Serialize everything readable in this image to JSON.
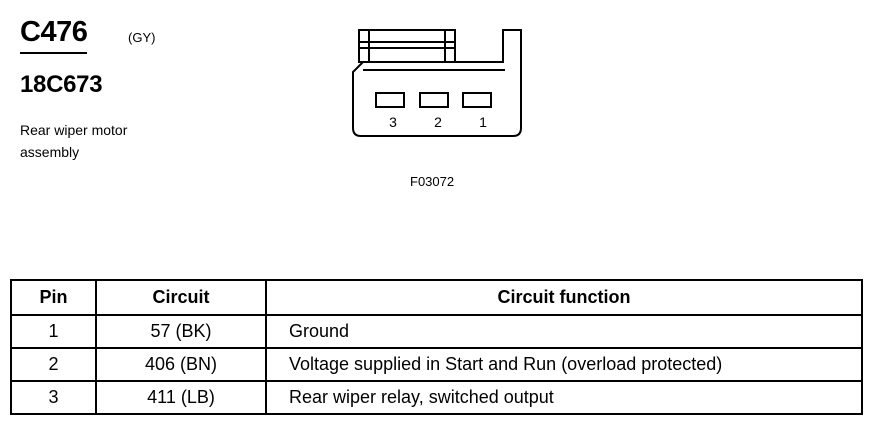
{
  "connector": {
    "id": "C476",
    "color": "(GY)",
    "part_number": "18C673",
    "description_line1": "Rear wiper motor",
    "description_line2": "assembly"
  },
  "diagram": {
    "pin_labels": [
      "3",
      "2",
      "1"
    ],
    "figure_code": "F03072"
  },
  "table": {
    "headers": {
      "pin": "Pin",
      "circuit": "Circuit",
      "function": "Circuit function"
    },
    "rows": [
      {
        "pin": "1",
        "circuit": "57 (BK)",
        "function": "Ground"
      },
      {
        "pin": "2",
        "circuit": "406 (BN)",
        "function": "Voltage supplied in Start and Run (overload protected)"
      },
      {
        "pin": "3",
        "circuit": "411 (LB)",
        "function": "Rear wiper relay, switched output"
      }
    ]
  }
}
